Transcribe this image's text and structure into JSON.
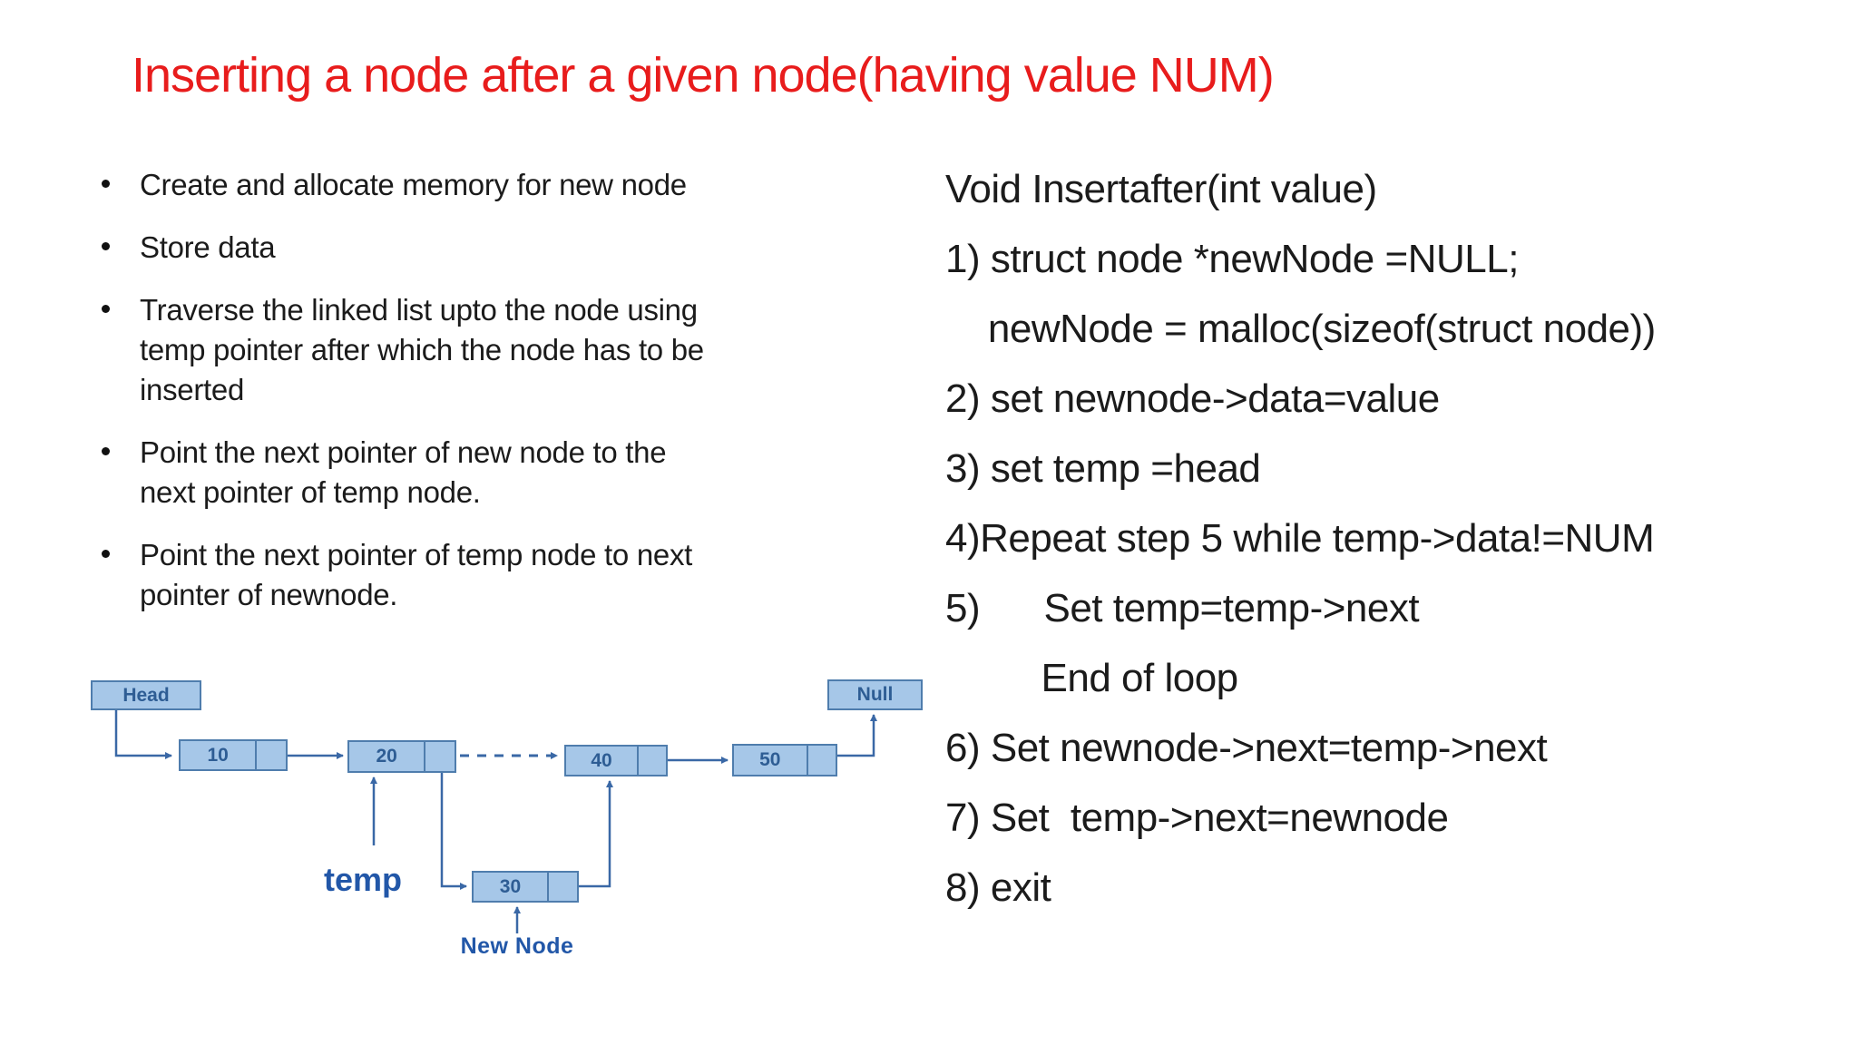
{
  "title": "Inserting a node after a given node(having value NUM)",
  "bullets": [
    "Create and allocate memory for new node",
    "Store data",
    "Traverse the linked list upto the node using\ntemp pointer after which the node has to be\ninserted",
    "Point the next pointer of new node to the\nnext pointer of temp node.",
    "Point the next pointer of temp node to next\npointer of newnode."
  ],
  "code": {
    "lines": [
      "Void Insertafter(int value)",
      "1) struct node *newNode =NULL;",
      "    newNode = malloc(sizeof(struct node))",
      "2) set newnode->data=value",
      "3) set temp =head",
      "4)Repeat step 5 while temp->data!=NUM",
      "5)      Set temp=temp->next",
      "         End of loop",
      "6) Set newnode->next=temp->next",
      "7) Set  temp->next=newnode",
      "8) exit"
    ]
  },
  "diagram": {
    "head_label": "Head",
    "null_label": "Null",
    "temp_label": "temp",
    "new_node_label": "New Node",
    "nodes": [
      {
        "value": "10"
      },
      {
        "value": "20"
      },
      {
        "value": "30"
      },
      {
        "value": "40"
      },
      {
        "value": "50"
      }
    ]
  },
  "colors": {
    "title_red": "#e81c1c",
    "node_fill": "#a6c7e8",
    "node_border": "#4f7dad",
    "arrow_blue": "#3a68a6",
    "box_text": "#2e5d94",
    "pointer_label": "#2257a8"
  }
}
